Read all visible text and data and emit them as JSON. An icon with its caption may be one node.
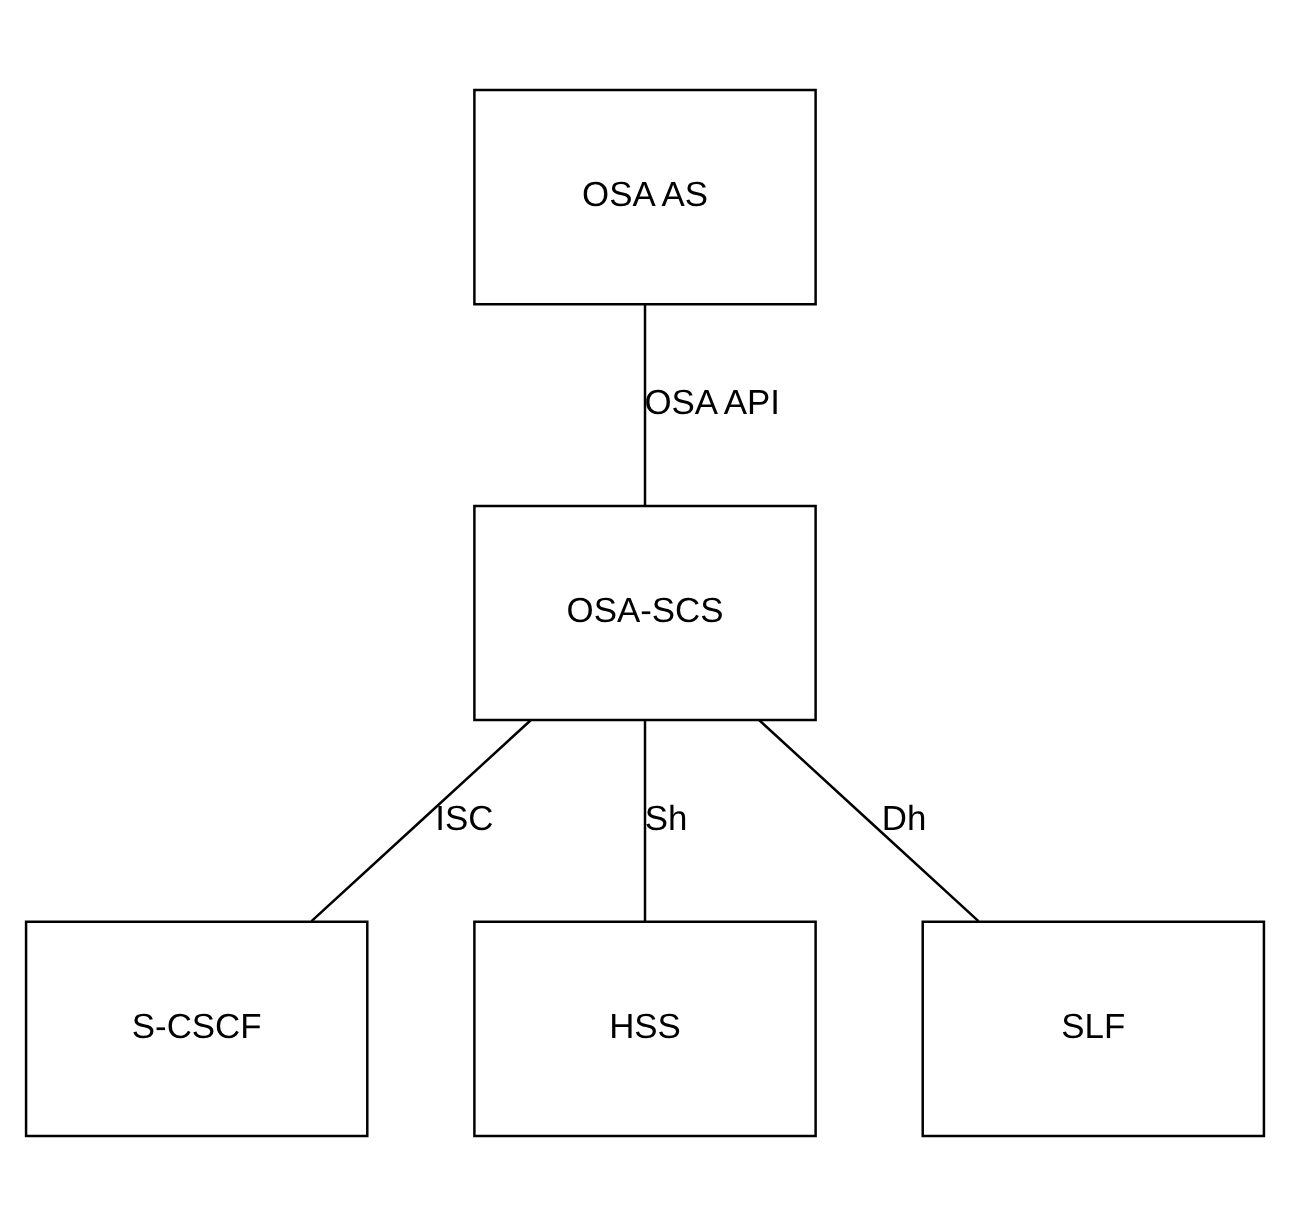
{
  "diagram": {
    "nodes": [
      {
        "text": [
          "OSA AS"
        ]
      },
      {
        "text": [
          "OSA-SCS"
        ]
      },
      {
        "text": [
          "S-CSCF"
        ]
      },
      {
        "text": [
          "HSS"
        ]
      },
      {
        "text": [
          "SLF"
        ]
      }
    ],
    "edges": [
      {
        "from": 0,
        "to": 1,
        "arrow": "none",
        "label": "OSA API"
      },
      {
        "from": 1,
        "to": 2,
        "arrow": "none",
        "label": "ISC"
      },
      {
        "from": 1,
        "to": 3,
        "arrow": "none",
        "label": "Sh"
      },
      {
        "from": 1,
        "to": 4,
        "arrow": "none",
        "label": "Dh"
      }
    ]
  }
}
